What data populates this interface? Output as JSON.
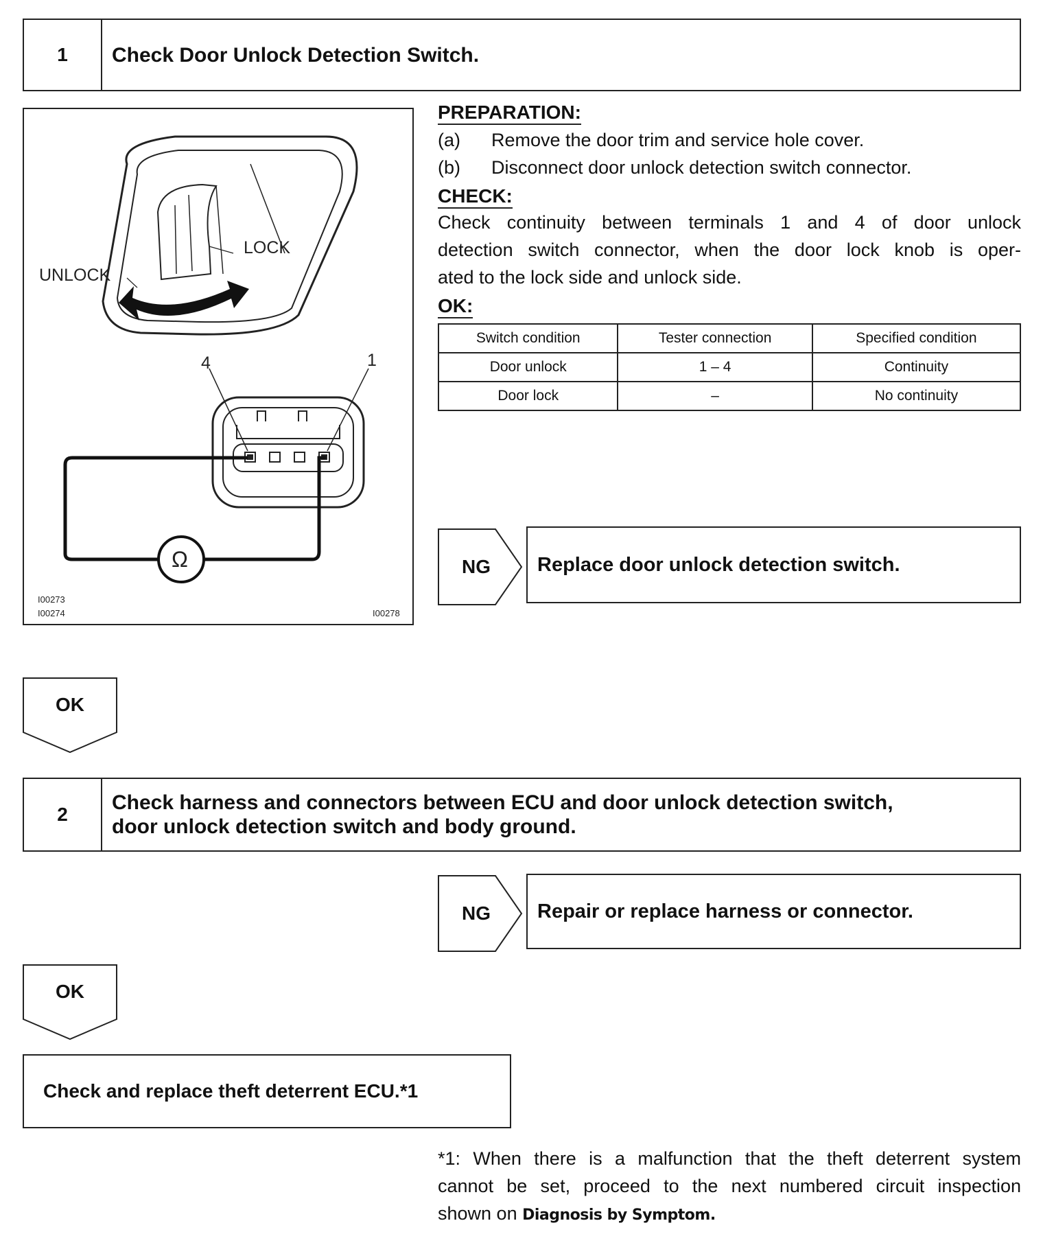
{
  "step1": {
    "number": "1",
    "title": "Check Door Unlock Detection Switch."
  },
  "figure": {
    "unlock_label": "UNLOCK",
    "lock_label": "LOCK",
    "pin_left": "4",
    "pin_right": "1",
    "ohm_symbol": "Ω",
    "id_1": "I00273",
    "id_2": "I00274",
    "id_3": "I00278"
  },
  "preparation": {
    "heading": "PREPARATION:",
    "items": [
      {
        "label": "(a)",
        "text": "Remove the door trim and service hole cover."
      },
      {
        "label": "(b)",
        "text": "Disconnect door unlock detection switch connector."
      }
    ]
  },
  "check": {
    "heading": "CHECK:",
    "lines": [
      "Check continuity between terminals 1 and 4 of door unlock",
      "detection switch connector, when the door lock knob is oper-",
      "ated to the lock side and unlock side."
    ]
  },
  "ok_section": {
    "heading": "OK:",
    "table": {
      "headers": [
        "Switch condition",
        "Tester connection",
        "Specified condition"
      ],
      "rows": [
        [
          "Door unlock",
          "1 – 4",
          "Continuity"
        ],
        [
          "Door lock",
          "–",
          "No continuity"
        ]
      ]
    }
  },
  "ng1": {
    "tag": "NG",
    "action": "Replace door unlock detection switch."
  },
  "ok1": {
    "tag": "OK"
  },
  "step2": {
    "number": "2",
    "title_line1": "Check harness and connectors between ECU and door unlock detection switch,",
    "title_line2": "door unlock detection switch and body ground."
  },
  "ng2": {
    "tag": "NG",
    "action": "Repair or replace harness or connector."
  },
  "ok2": {
    "tag": "OK"
  },
  "final": {
    "text": "Check and replace theft deterrent ECU.*1"
  },
  "footnote": {
    "line1": "*1: When there is a malfunction that the theft deterrent system",
    "line2": "cannot be set, proceed to the next numbered circuit inspection",
    "line3_prefix": "shown on ",
    "line3_ref": "Diagnosis by Symptom."
  }
}
